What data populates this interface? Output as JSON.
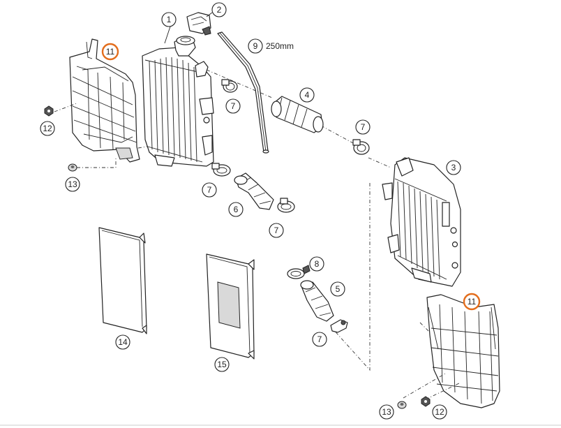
{
  "diagram": {
    "dimension_text": "250mm",
    "highlight_color": "#e36d1c",
    "callouts": [
      {
        "id": "c1",
        "label": "1",
        "highlight": false
      },
      {
        "id": "c2",
        "label": "2",
        "highlight": false
      },
      {
        "id": "c3",
        "label": "3",
        "highlight": false
      },
      {
        "id": "c4",
        "label": "4",
        "highlight": false
      },
      {
        "id": "c5",
        "label": "5",
        "highlight": false
      },
      {
        "id": "c6",
        "label": "6",
        "highlight": false
      },
      {
        "id": "c7a",
        "label": "7",
        "highlight": false
      },
      {
        "id": "c7b",
        "label": "7",
        "highlight": false
      },
      {
        "id": "c7c",
        "label": "7",
        "highlight": false
      },
      {
        "id": "c7d",
        "label": "7",
        "highlight": false
      },
      {
        "id": "c7e",
        "label": "7",
        "highlight": false
      },
      {
        "id": "c8",
        "label": "8",
        "highlight": false
      },
      {
        "id": "c9",
        "label": "9",
        "highlight": false
      },
      {
        "id": "c11a",
        "label": "11",
        "highlight": true
      },
      {
        "id": "c11b",
        "label": "11",
        "highlight": true
      },
      {
        "id": "c12a",
        "label": "12",
        "highlight": false
      },
      {
        "id": "c12b",
        "label": "12",
        "highlight": false
      },
      {
        "id": "c13a",
        "label": "13",
        "highlight": false
      },
      {
        "id": "c13b",
        "label": "13",
        "highlight": false
      },
      {
        "id": "c14",
        "label": "14",
        "highlight": false
      },
      {
        "id": "c15",
        "label": "15",
        "highlight": false
      }
    ]
  }
}
